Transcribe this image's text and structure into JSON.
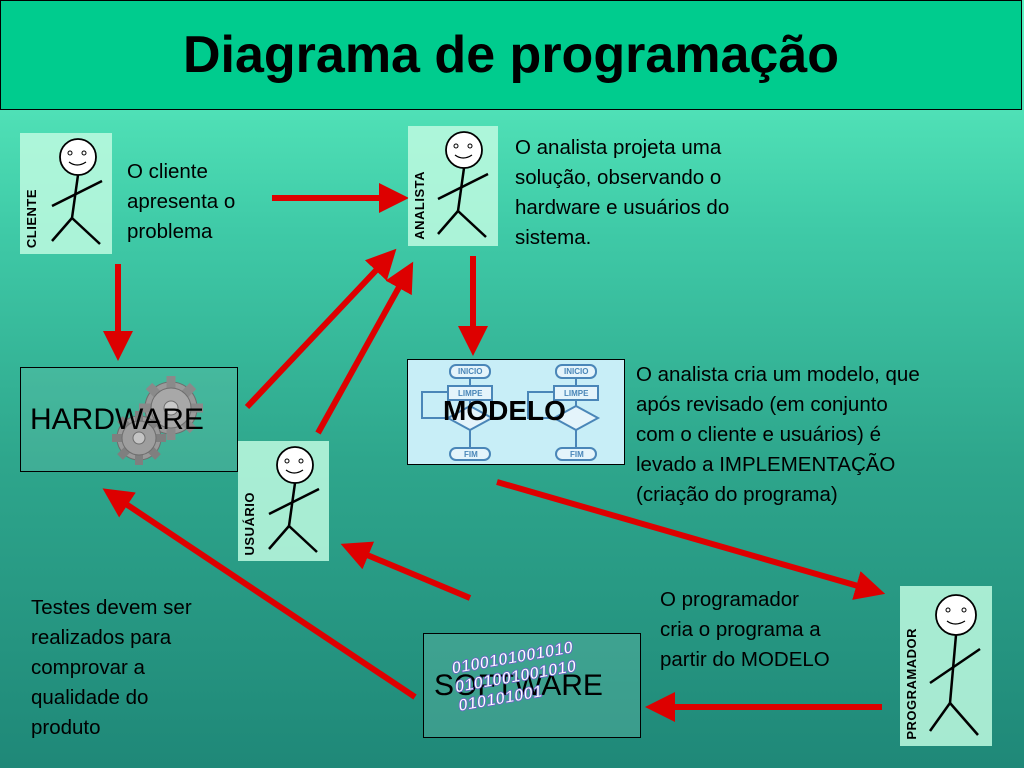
{
  "title": "Diagrama de programação",
  "actors": {
    "cliente": "CLIENTE",
    "analista": "ANALISTA",
    "usuario": "USUÁRIO",
    "programador": "PROGRAMADOR"
  },
  "texts": {
    "cliente_desc": "O cliente\napresenta o\nproblema",
    "analista_desc": "O analista projeta uma\nsolução, observando o\nhardware e usuários do\nsistema.",
    "modelo_desc": "O analista cria um modelo, que\napós revisado (em conjunto\ncom o cliente e usuários) é\nlevado a IMPLEMENTAÇÃO\n(criação do programa)",
    "programador_desc": "O programador\ncria o programa a\npartir do MODELO",
    "testes_desc": "Testes devem ser\nrealizados para\ncomprovar a\nqualidade do\nproduto"
  },
  "boxes": {
    "hardware": "HARDWARE",
    "modelo": "MODELO",
    "software": "SOFTWARE"
  },
  "flowchart_labels": [
    "INICIO",
    "LIMPE",
    "FIM"
  ],
  "binary_lines": [
    "0100101001010",
    "0101001001010",
    "010101001"
  ],
  "colors": {
    "title_bg": "#00cc8e",
    "arrow": "#dd0000"
  }
}
